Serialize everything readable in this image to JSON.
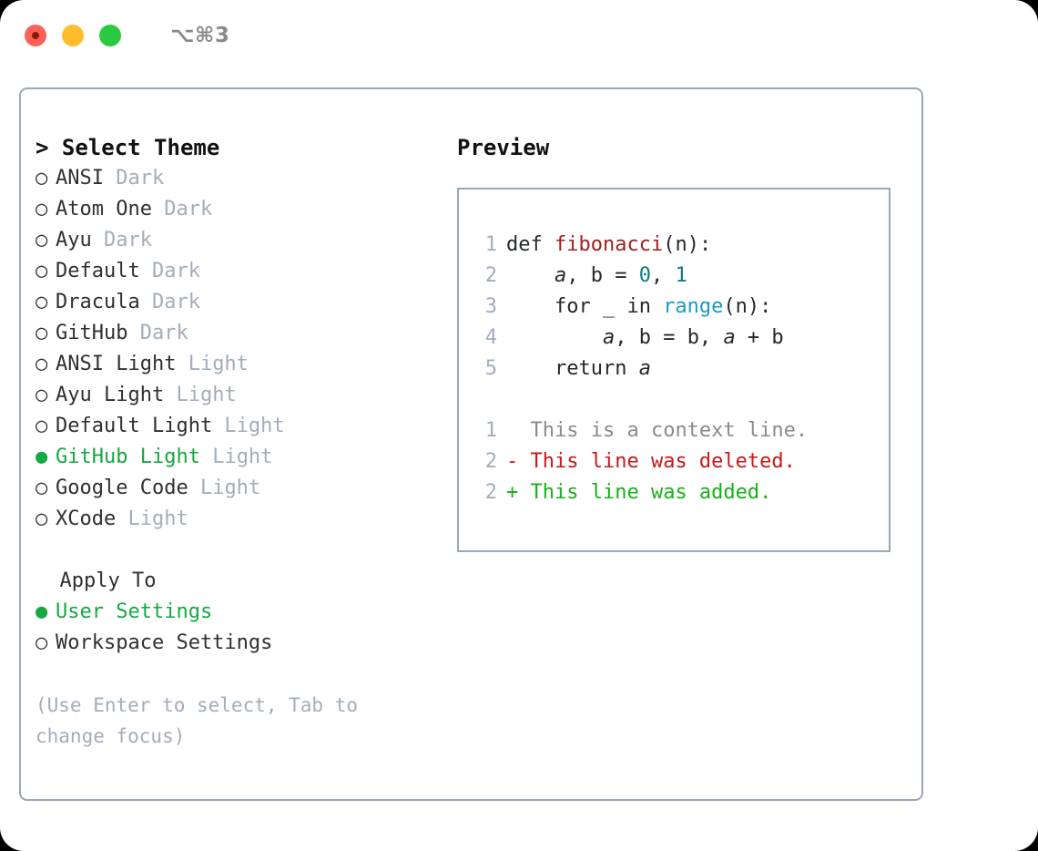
{
  "titlebar": {
    "shortcut": "⌥⌘3",
    "lights": [
      "close",
      "minimize",
      "zoom"
    ]
  },
  "left": {
    "header_prompt": "> ",
    "header": "Select Theme",
    "themes": [
      {
        "bullet": "○ ",
        "name": "ANSI",
        "tag": " Dark",
        "selected": false
      },
      {
        "bullet": "○ ",
        "name": "Atom One",
        "tag": " Dark",
        "selected": false
      },
      {
        "bullet": "○ ",
        "name": "Ayu",
        "tag": " Dark",
        "selected": false
      },
      {
        "bullet": "○ ",
        "name": "Default",
        "tag": " Dark",
        "selected": false
      },
      {
        "bullet": "○ ",
        "name": "Dracula",
        "tag": " Dark",
        "selected": false
      },
      {
        "bullet": "○ ",
        "name": "GitHub",
        "tag": " Dark",
        "selected": false
      },
      {
        "bullet": "○ ",
        "name": "ANSI Light",
        "tag": " Light",
        "selected": false
      },
      {
        "bullet": "○ ",
        "name": "Ayu Light",
        "tag": " Light",
        "selected": false
      },
      {
        "bullet": "○ ",
        "name": "Default Light",
        "tag": " Light",
        "selected": false
      },
      {
        "bullet": "● ",
        "name": "GitHub Light",
        "tag": " Light",
        "selected": true
      },
      {
        "bullet": "○ ",
        "name": "Google Code",
        "tag": " Light",
        "selected": false
      },
      {
        "bullet": "○ ",
        "name": "XCode",
        "tag": " Light",
        "selected": false
      }
    ],
    "apply_to_label": "  Apply To",
    "apply_to": [
      {
        "bullet": "● ",
        "label": "User Settings",
        "selected": true
      },
      {
        "bullet": "○ ",
        "label": "Workspace Settings",
        "selected": false
      }
    ],
    "hint": "(Use Enter to select, Tab to change focus)"
  },
  "right": {
    "header": "Preview",
    "code": [
      {
        "num": "1",
        "segments": [
          {
            "text": "def ",
            "style": "plain"
          },
          {
            "text": "fibonacci",
            "style": "fn"
          },
          {
            "text": "(n):",
            "style": "plain"
          }
        ]
      },
      {
        "num": "2",
        "segments": [
          {
            "text": "    ",
            "style": "plain"
          },
          {
            "text": "a",
            "style": "var"
          },
          {
            "text": ", b = ",
            "style": "plain"
          },
          {
            "text": "0",
            "style": "num"
          },
          {
            "text": ", ",
            "style": "plain"
          },
          {
            "text": "1",
            "style": "num"
          }
        ]
      },
      {
        "num": "3",
        "segments": [
          {
            "text": "    for _ in ",
            "style": "plain"
          },
          {
            "text": "range",
            "style": "call"
          },
          {
            "text": "(n):",
            "style": "plain"
          }
        ]
      },
      {
        "num": "4",
        "segments": [
          {
            "text": "        ",
            "style": "plain"
          },
          {
            "text": "a",
            "style": "var"
          },
          {
            "text": ", b = b, ",
            "style": "plain"
          },
          {
            "text": "a",
            "style": "var"
          },
          {
            "text": " + b",
            "style": "plain"
          }
        ]
      },
      {
        "num": "5",
        "segments": [
          {
            "text": "    return ",
            "style": "plain"
          },
          {
            "text": "a",
            "style": "var"
          }
        ]
      }
    ],
    "diff": [
      {
        "num": "1",
        "marker": "  ",
        "text": "This is a context line.",
        "kind": "context"
      },
      {
        "num": "2",
        "marker": "- ",
        "text": "This line was deleted.",
        "kind": "deleted"
      },
      {
        "num": "2",
        "marker": "+ ",
        "text": "This line was added.",
        "kind": "added"
      }
    ]
  },
  "colors": {
    "accent_green": "#16a843",
    "muted": "#a3adba",
    "border": "#9aa7b5",
    "diff_added": "#18b018",
    "diff_deleted": "#c41a1a",
    "syntax_function": "#a02020",
    "syntax_call": "#1a9ac8",
    "syntax_number": "#0f7b7b"
  }
}
